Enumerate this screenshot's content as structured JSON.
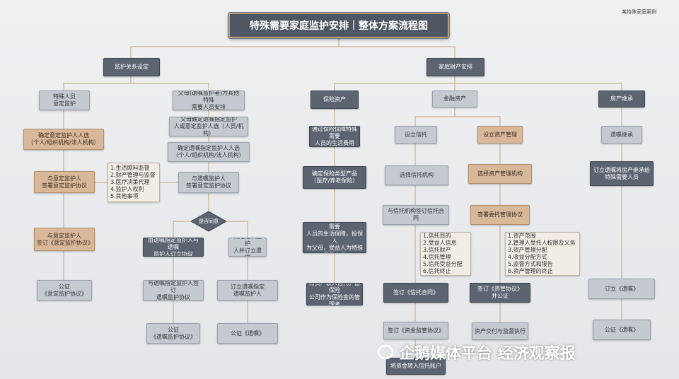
{
  "title": "特殊需要家庭监护安排｜整体方案流程图",
  "corner_note": "某特殊家庭案例",
  "branches": {
    "guardianship": "监护关系设定",
    "assets": "家庭财产安排"
  },
  "guardianship": {
    "col1_head": "特殊人员\n意定监护",
    "col1_step1": "确定意定监护人人选\n（个人/组织机构/法人机构）",
    "col1_step2": "与意定监护人\n签署意定监护协议",
    "col1_step3": "与意定监护人\n签订《意定监护协议》",
    "col1_step4": "公证\n《意定监护协议》",
    "duties": "1.生活照料监督\n2.财产管理与监督\n3.医疗决策代理\n4.监护人权利\n5.其他事项",
    "col2_head": "父母(遗嘱监护者)为其他特殊\n需要人员安排",
    "col2_step1": "父母确定遗嘱指定监护\n人或意定监护人选（人员/机构）",
    "col2_step2": "确定遗嘱指定监护人人选\n（个人/组织机构/法人机构）",
    "col2_step3": "与遗嘱监护人\n签署意定监护协议",
    "decision": "是否同意",
    "col2_left_step1": "由遗嘱指定监护人与遗嘱\n监护人订立协议",
    "col2_left_step2": "与遗嘱指定监护人签订\n遗嘱监护协议",
    "col2_left_step3": "公证\n《遗嘱监护协议》",
    "col2_right_step1": "确定遗嘱监护\n人并订立遗嘱",
    "col2_right_step2": "订立遗嘱指定\n遗嘱监护人",
    "col2_right_step3": "公证《遗嘱》"
  },
  "assets": {
    "a_head": "保险资产",
    "a_step1": "通过保险保障特殊需要\n人员的生活费用",
    "a_step2": "确定保险类型产品\n（医疗/养老保险）",
    "a_step3": "利用《保单》作为特殊需要\n人员的生活保障，投保人\n为父母，受益人为特殊需要人员",
    "a_step4": "将资产装入信托，由保险\n公司作为保险金的管理者",
    "b_head": "金融资产",
    "b1_head": "设立信托",
    "b1_step1": "选择信托机构",
    "b1_step2": "与信托机构签订信托合同",
    "b1_detail": "1.信托目的\n2.受益人信息\n3.信托财产\n4.信托管理\n5.信托受益分配\n6.信托终止",
    "b1_step3": "签订《信托合同》",
    "b1_step4": "签订《资金监管协议》",
    "b1_step5": "将资金转入信托账户",
    "b2_head": "设立资产管理",
    "b2_step1": "选择资产管理机构",
    "b2_step2": "签署委托管理协议",
    "b2_detail": "1.资产范围\n2.管理人受托人权限及义务\n3.资产管理分配\n4.收益分配方式\n5.监督方式和报告\n6.资产管理的终止",
    "b2_step3": "签订《资管协议》\n并公证",
    "b2_step4": "资产交付与监督执行",
    "c_head": "房产继承",
    "c_step1": "遗嘱继承",
    "c_step2": "订立遗嘱将房产继承给\n特殊需要人员",
    "c_step3": "订立《遗嘱》",
    "c_step4": "公证《遗嘱》"
  },
  "watermark": "企鹅媒体平台 经济观察报",
  "colors": {
    "dark": "#5b6470",
    "gray": "#c5cad1",
    "tan": "#d9b89a",
    "cream": "#f1ece4",
    "line": "#c9b48f"
  }
}
